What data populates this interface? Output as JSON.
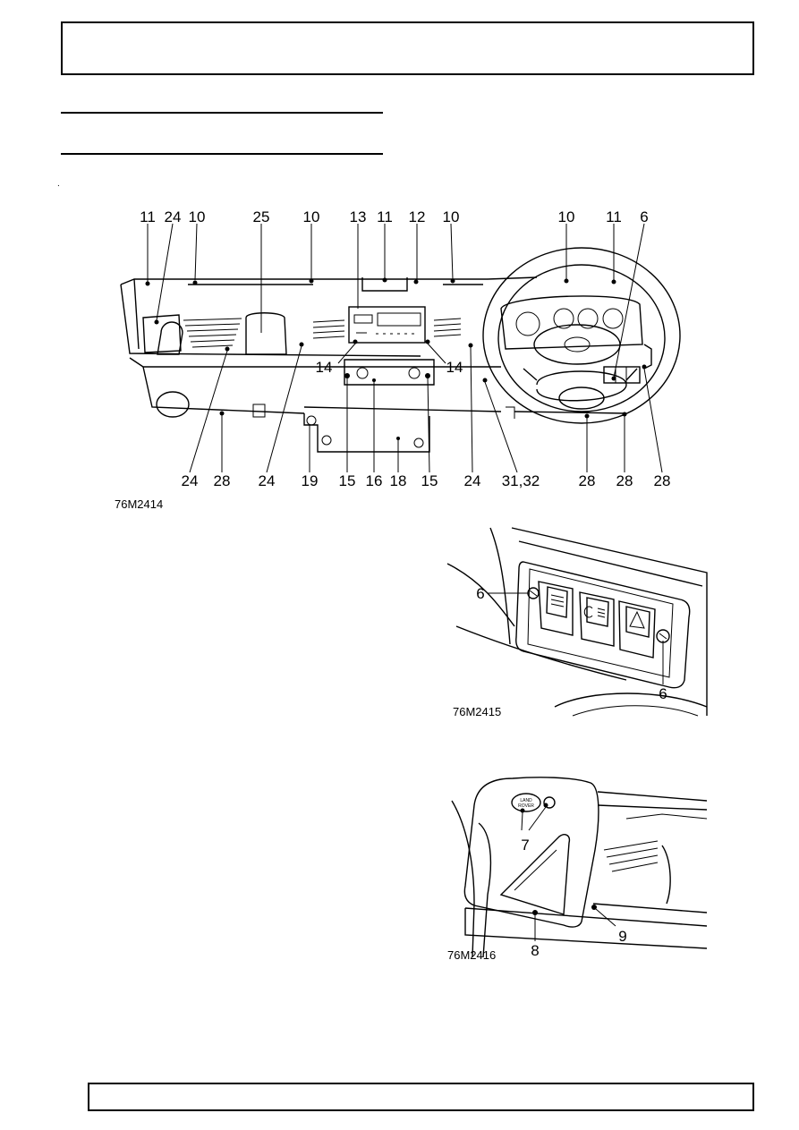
{
  "page": {
    "header_text": "",
    "footer_text": "",
    "section_marker": "."
  },
  "figure1": {
    "reference": "76M2414",
    "top_labels": [
      "11",
      "24",
      "10",
      "25",
      "10",
      "13",
      "11",
      "12",
      "10",
      "10",
      "11",
      "6"
    ],
    "bottom_labels": [
      "24",
      "28",
      "24",
      "19",
      "15",
      "16",
      "18",
      "15",
      "24",
      "31,32",
      "28",
      "28",
      "28"
    ],
    "side_labels": [
      "14",
      "14"
    ]
  },
  "figure2": {
    "reference": "76M2415",
    "labels": [
      "6",
      "6"
    ]
  },
  "figure3": {
    "reference": "76M2416",
    "labels": [
      "7",
      "8",
      "9"
    ],
    "badge_text": [
      "LAND",
      "ROVER"
    ]
  }
}
